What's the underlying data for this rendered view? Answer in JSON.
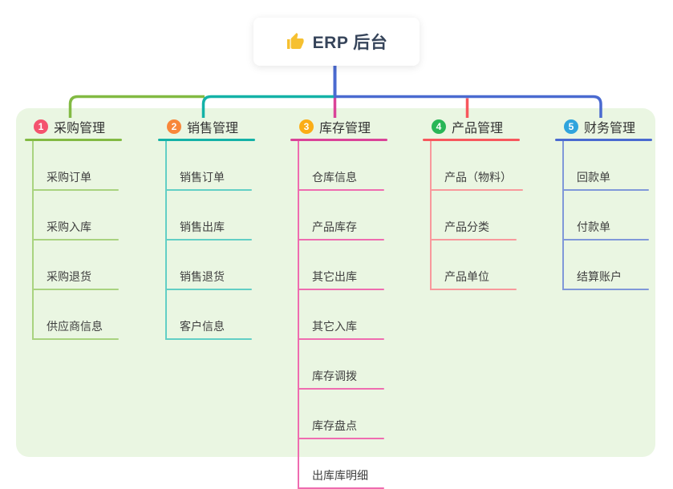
{
  "root": {
    "title": "ERP 后台",
    "icon": "thumbs-up-icon",
    "icon_color": "#f6c030",
    "text_color": "#36445a",
    "stem_color": "#4a6ad0"
  },
  "canvas": {
    "background": "#ffffff",
    "panel_color": "#eaf6e2"
  },
  "branches": [
    {
      "badge": "1",
      "label": "采购管理",
      "badge_color": "#f4536e",
      "line_color": "#82ba43",
      "child_line_color": "#a9d37f",
      "children": [
        "采购订单",
        "采购入库",
        "采购退货",
        "供应商信息"
      ]
    },
    {
      "badge": "2",
      "label": "销售管理",
      "badge_color": "#f8873a",
      "line_color": "#14b2a7",
      "child_line_color": "#62cfc5",
      "children": [
        "销售订单",
        "销售出库",
        "销售退货",
        "客户信息"
      ]
    },
    {
      "badge": "3",
      "label": "库存管理",
      "badge_color": "#fbad16",
      "line_color": "#da4398",
      "child_line_color": "#ef6cb0",
      "children": [
        "仓库信息",
        "产品库存",
        "其它出库",
        "其它入库",
        "库存调拨",
        "库存盘点",
        "出库库明细"
      ]
    },
    {
      "badge": "4",
      "label": "产品管理",
      "badge_color": "#29b657",
      "line_color": "#f7575d",
      "child_line_color": "#f8999c",
      "children": [
        "产品（物料）",
        "产品分类",
        "产品单位"
      ]
    },
    {
      "badge": "5",
      "label": "财务管理",
      "badge_color": "#2fa4dd",
      "line_color": "#4a6ad0",
      "child_line_color": "#8098d9",
      "children": [
        "回款单",
        "付款单",
        "结算账户"
      ]
    }
  ]
}
